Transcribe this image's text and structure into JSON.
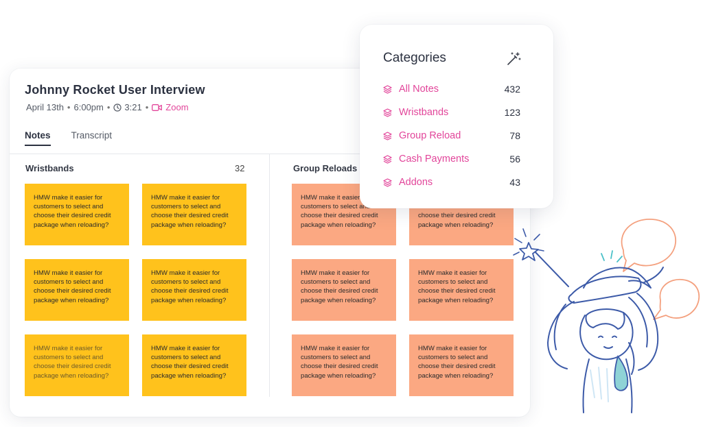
{
  "interview": {
    "title": "Johnny Rocket User Interview",
    "date": "April 13th",
    "time": "6:00pm",
    "duration": "3:21",
    "platform": "Zoom",
    "separator": "•"
  },
  "tabs": [
    {
      "label": "Notes",
      "active": true
    },
    {
      "label": "Transcript",
      "active": false
    }
  ],
  "columns": [
    {
      "name": "Wristbands",
      "count": "32",
      "color": "#ffc21c",
      "notes": [
        "HMW make it easier for customers to select and choose their desired credit package when reloading?",
        "HMW make it easier for customers to select and choose their desired credit package when reloading?",
        "HMW make it easier for customers to select and choose their desired credit package when reloading?",
        "HMW make it easier for customers to select and choose their desired credit package when reloading?",
        "HMW make it easier for customers to select and choose their desired credit package when reloading?",
        "HMW make it easier for customers to select and choose their desired credit package when reloading?"
      ]
    },
    {
      "name": "Group Reloads",
      "color": "#fba882",
      "notes": [
        "HMW make it easier for customers to select and choose their desired credit package when reloading?",
        "HMW make it easier for customers to select and choose their desired credit package when reloading?",
        "HMW make it easier for customers to select and choose their desired credit package when reloading?",
        "HMW make it easier for customers to select and choose their desired credit package when reloading?",
        "HMW make it easier for customers to select and choose their desired credit package when reloading?",
        "HMW make it easier for customers to select and choose their desired credit package when reloading?"
      ]
    }
  ],
  "categories": {
    "title": "Categories",
    "accent": "#e2459a",
    "items": [
      {
        "label": "All Notes",
        "count": "432"
      },
      {
        "label": "Wristbands",
        "count": "123"
      },
      {
        "label": "Group Reload",
        "count": "78"
      },
      {
        "label": "Cash Payments",
        "count": "56"
      },
      {
        "label": "Addons",
        "count": "43"
      }
    ]
  },
  "icons": {
    "clock": "clock-icon",
    "video": "video-camera-icon",
    "wand": "magic-wand-icon",
    "layers": "layers-icon"
  }
}
